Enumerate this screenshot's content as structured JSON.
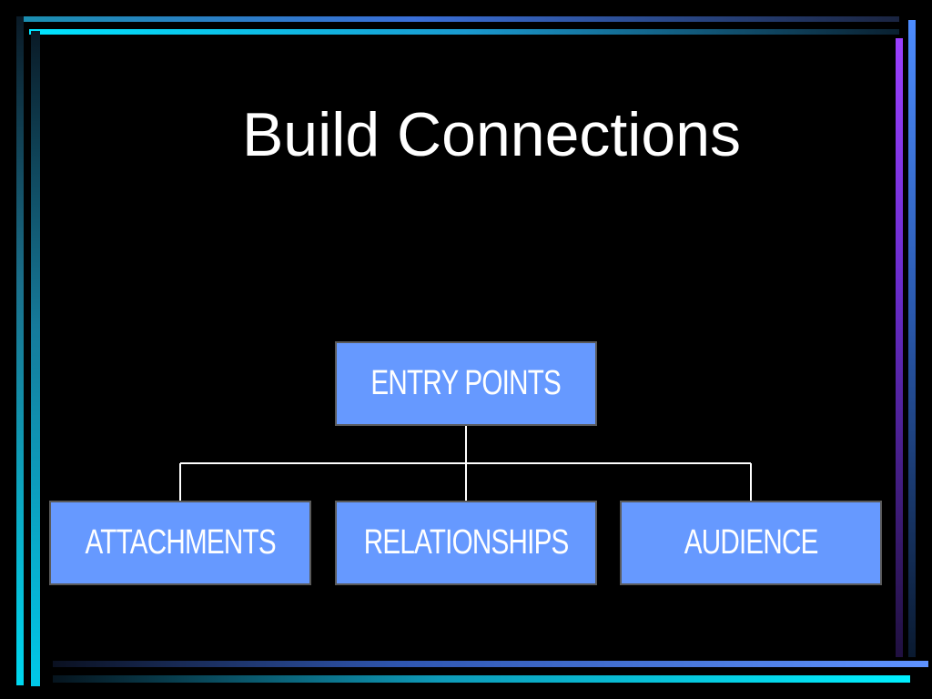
{
  "slide": {
    "title": "Build Connections"
  },
  "diagram": {
    "root": {
      "label": "ENTRY POINTS"
    },
    "children": [
      {
        "label": "ATTACHMENTS"
      },
      {
        "label": "RELATIONSHIPS"
      },
      {
        "label": "AUDIENCE"
      }
    ]
  },
  "colors": {
    "background": "#000000",
    "node_fill": "#6699ff",
    "node_text": "#ffffff",
    "connector": "#ffffff"
  }
}
